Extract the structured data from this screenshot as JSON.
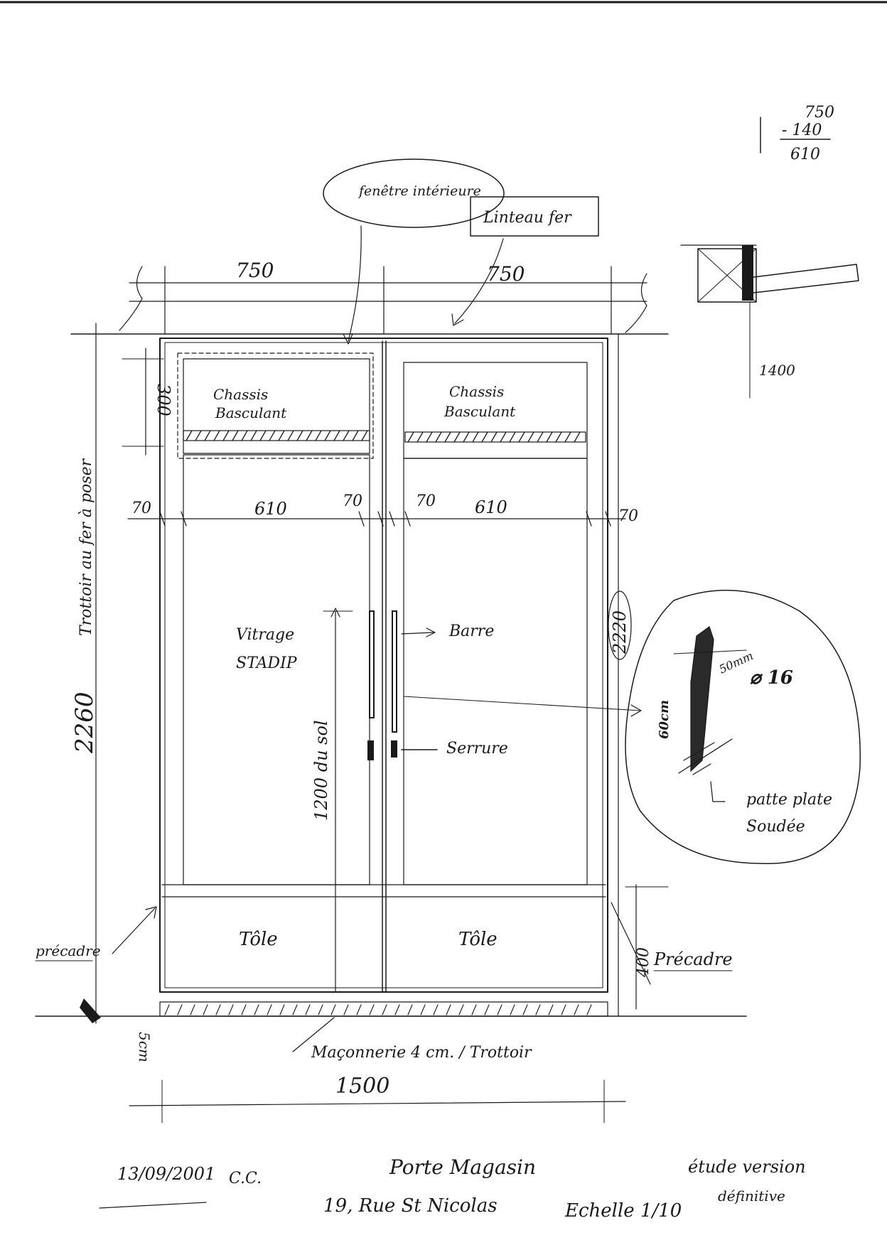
{
  "ink_color": "#1a1a1a",
  "paper_color": "#ffffff",
  "calc": {
    "a": "750",
    "b": "- 140",
    "result": "610"
  },
  "labels": {
    "fenetre": "fenêtre intérieure",
    "linteau": "Linteau fer",
    "dim_top_left": "750",
    "dim_top_right": "750",
    "section_1400": "1400",
    "chassis_left_1": "Chassis",
    "chassis_left_2": "Basculant",
    "chassis_right_1": "Chassis",
    "chassis_right_2": "Basculant",
    "dim_300": "300",
    "dim_70_a": "70",
    "dim_610_a": "610",
    "dim_70_b": "70",
    "dim_70_c": "70",
    "dim_610_b": "610",
    "dim_70_d": "70",
    "vitrage_1": "Vitrage",
    "vitrage_2": "STADIP",
    "barre": "Barre",
    "serrure": "Serrure",
    "dim_1200": "1200 du sol",
    "dim_2260": "2260",
    "trottoir_note": "Trottoir au fer à poser",
    "dim_2220": "2220",
    "detail_50mm": "50mm",
    "detail_diam": "⌀ 16",
    "detail_60cm": "60cm",
    "detail_patte_1": "patte plate",
    "detail_patte_2": "Soudée",
    "tole_left": "Tôle",
    "tole_right": "Tôle",
    "precadre_left": "précadre",
    "precadre_right": "Précadre",
    "dim_400": "400",
    "dim_5cm": "5cm",
    "maconnerie": "Maçonnerie 4 cm. / Trottoir",
    "dim_1500": "1500"
  },
  "footer": {
    "date": "13/09/2001",
    "initials": "C.C.",
    "title": "Porte Magasin",
    "address": "19, Rue St Nicolas",
    "scale": "Echelle 1/10",
    "version_1": "étude version",
    "version_2": "définitive"
  }
}
